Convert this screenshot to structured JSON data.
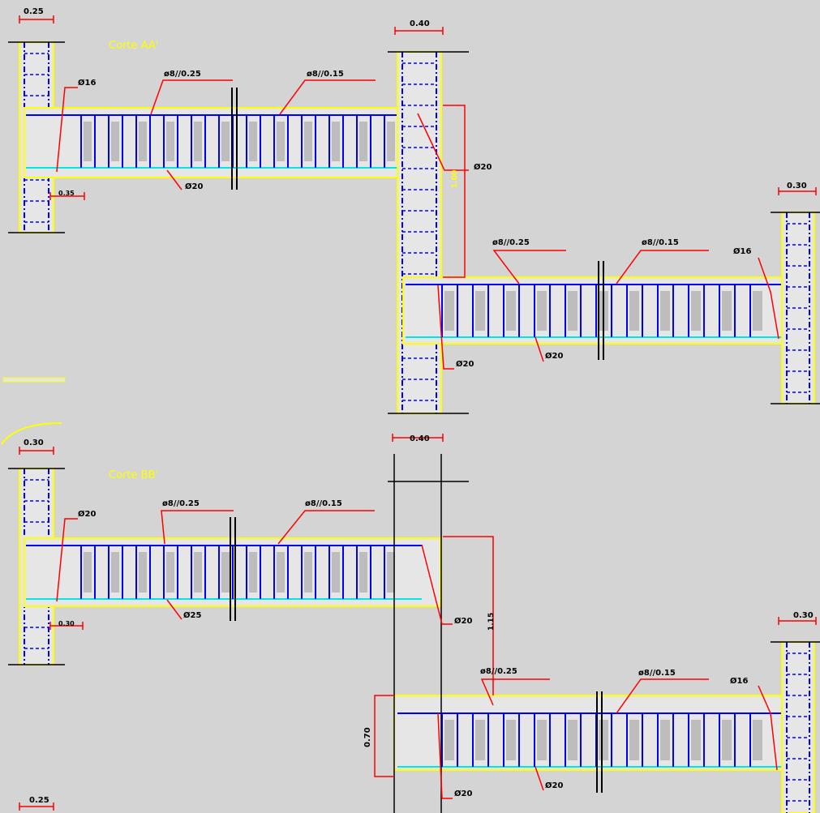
{
  "colors": {
    "background": "#d4d4d4",
    "concrete_outline": "#ffff00",
    "concrete_fill": "#e6e6e6",
    "rebar": "#0000ff",
    "bottom_bar": "#00e5e5",
    "leader": "#ff0000",
    "text": "#000000",
    "title": "#ffff00",
    "stirrup_fill": "#9a9a9a"
  },
  "sections": {
    "aa": {
      "title": "Corte AA'",
      "beam1": {
        "stirrup_left": "ø8//0.25",
        "stirrup_right": "ø8//0.15",
        "top_bars": "Ø16",
        "bottom_bars": "Ø20",
        "col_width": "0.25",
        "embed": "0.35"
      },
      "central_column": {
        "width": "0.40",
        "beam_height": "1.00",
        "bars_label": "Ø20"
      },
      "beam2": {
        "stirrup_left": "ø8//0.25",
        "stirrup_right": "ø8//0.15",
        "top_bars": "Ø16",
        "bottom_bars": "Ø20",
        "left_bars": "Ø20",
        "col_width": "0.30"
      }
    },
    "bb": {
      "title": "Corte BB'",
      "beam1": {
        "stirrup_left": "ø8//0.25",
        "stirrup_right": "ø8//0.15",
        "top_bars": "Ø20",
        "bottom_bars": "Ø25",
        "col_width": "0.30",
        "embed": "0.30"
      },
      "central_column": {
        "width": "0.40",
        "bars_label": "Ø20",
        "drop": "1.15"
      },
      "beam2": {
        "stirrup_left": "ø8//0.25",
        "stirrup_right": "ø8//0.15",
        "top_bars": "Ø16",
        "bottom_bars": "Ø20",
        "left_bars": "Ø20",
        "height": "0.70",
        "col_width": "0.30"
      }
    },
    "extra_dim": "0.25"
  }
}
